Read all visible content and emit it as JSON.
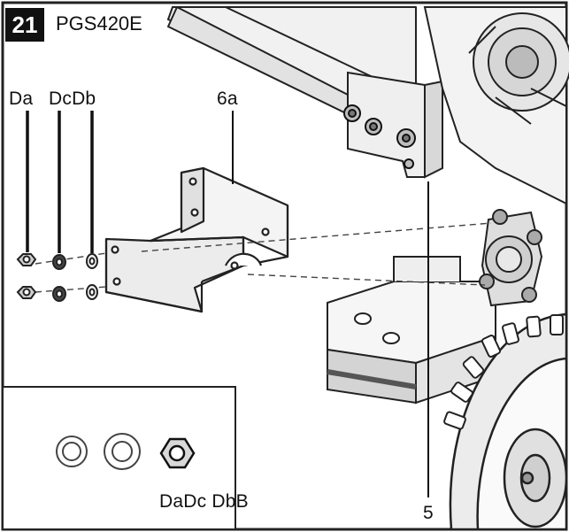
{
  "step": {
    "number": "21",
    "model": "PGS420E"
  },
  "labels": {
    "da": "Da",
    "dcdb": "DcDb",
    "part_6a": "6a",
    "part_5": "5",
    "inset_caption": "DaDc DbB"
  }
}
